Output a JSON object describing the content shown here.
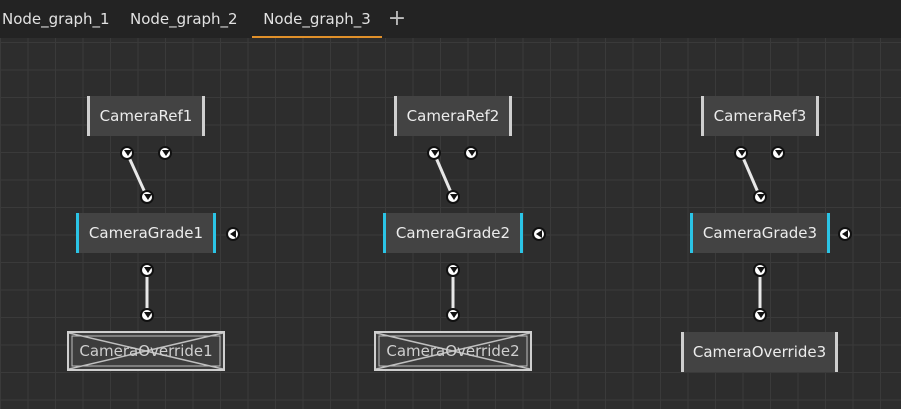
{
  "tabs": [
    {
      "label": "Node_graph_1",
      "active": false
    },
    {
      "label": "Node_graph_2",
      "active": false
    },
    {
      "label": "Node_graph_3",
      "active": true
    }
  ],
  "add_tab_icon": "plus-icon",
  "colors": {
    "accent_tab": "#e0902a",
    "grade_edge": "#2bc4e6",
    "node_edge": "#cfcfcf",
    "node_fill": "#434343",
    "canvas": "#2d2d2d"
  },
  "columns": [
    {
      "ref": "CameraRef1",
      "grade": "CameraGrade1",
      "override": "CameraOverride1",
      "override_disabled": true
    },
    {
      "ref": "CameraRef2",
      "grade": "CameraGrade2",
      "override": "CameraOverride2",
      "override_disabled": true
    },
    {
      "ref": "CameraRef3",
      "grade": "CameraGrade3",
      "override": "CameraOverride3",
      "override_disabled": false
    }
  ]
}
